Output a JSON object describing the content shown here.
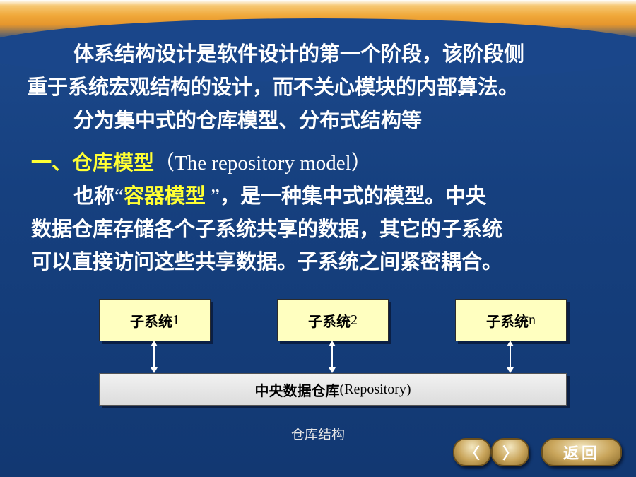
{
  "intro": {
    "line1": "体系结构设计是软件设计的第一个阶段，该阶段侧",
    "line2": "重于系统宏观结构的设计，而不关心模块的内部算法。",
    "line3": "分为集中式的仓库模型、分布式结构等"
  },
  "heading": {
    "title_zh": "一、仓库模型",
    "title_en_open": "（",
    "title_en": "The repository model",
    "title_en_close": "）"
  },
  "body": {
    "l1_prefix": "也称",
    "l1_quote_open": "“",
    "l1_highlight": "容器模型",
    "l1_quote_close": " ”",
    "l1_suffix": "，是一种集中式的模型。中央",
    "line2": "数据仓库存储各个子系统共享的数据，其它的子系统",
    "line3": "可以直接访问这些共享数据。子系统之间紧密耦合。"
  },
  "diagram": {
    "subsystems": [
      {
        "zh": "子系统",
        "suffix": "1"
      },
      {
        "zh": "子系统",
        "suffix": "2"
      },
      {
        "zh": "子系统",
        "suffix": "n"
      }
    ],
    "repository_zh": "中央数据仓库",
    "repository_en": "(Repository)",
    "caption": "仓库结构"
  },
  "nav": {
    "prev_symbol": "〈",
    "next_symbol": "〉",
    "back_label": "返回"
  },
  "colors": {
    "background": "#16407f",
    "highlight": "#ffff33",
    "box_fill": "#ffffc0"
  }
}
